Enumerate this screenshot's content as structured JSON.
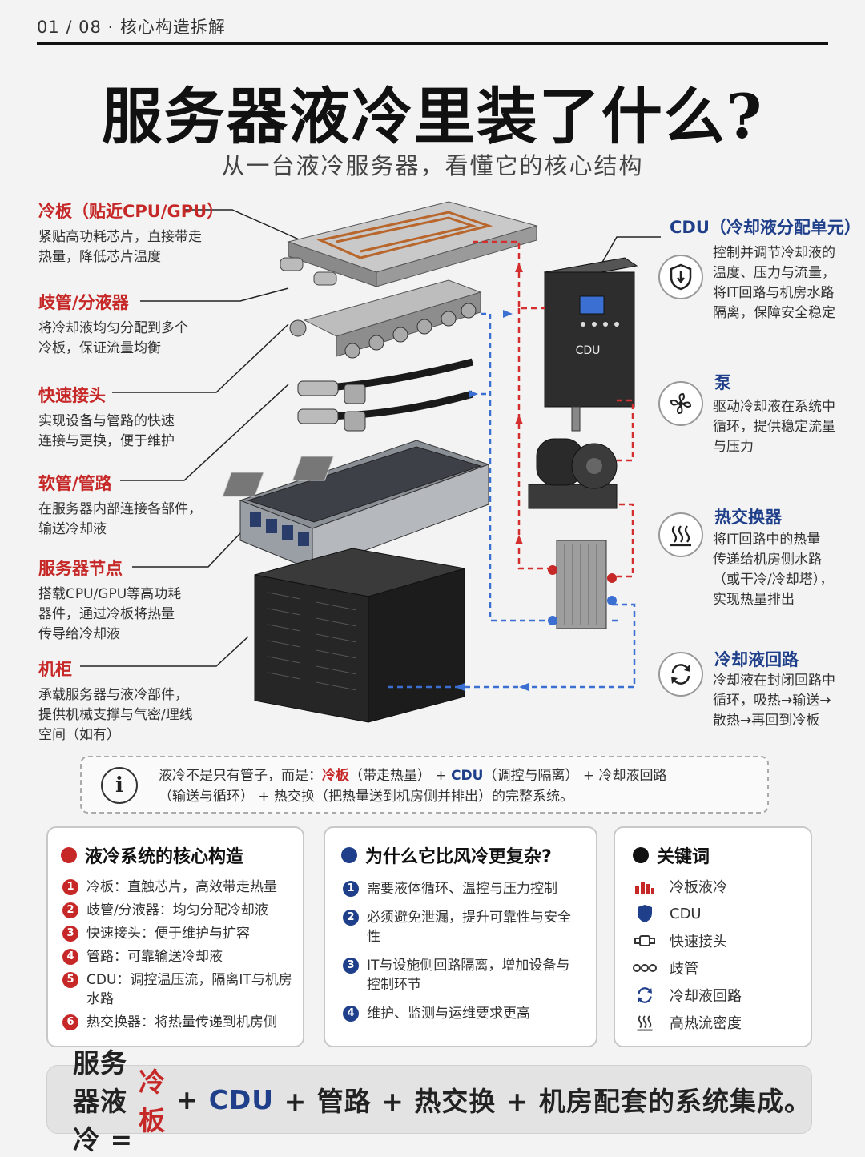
{
  "header": {
    "breadcrumb": "01 / 08 · 核心构造拆解",
    "title": "服务器液冷里装了什么?",
    "subtitle": "从一台液冷服务器，看懂它的核心结构"
  },
  "left_labels": [
    {
      "title": "冷板（贴近CPU/GPU）",
      "desc": [
        "紧贴高功耗芯片，直接带走",
        "热量，降低芯片温度"
      ]
    },
    {
      "title": "歧管/分液器",
      "desc": [
        "将冷却液均匀分配到多个",
        "冷板，保证流量均衡"
      ]
    },
    {
      "title": "快速接头",
      "desc": [
        "实现设备与管路的快速",
        "连接与更换，便于维护"
      ]
    },
    {
      "title": "软管/管路",
      "desc": [
        "在服务器内部连接各部件，",
        "输送冷却液"
      ]
    },
    {
      "title": "服务器节点",
      "desc": [
        "搭载CPU/GPU等高功耗",
        "器件，通过冷板将热量",
        "传导给冷却液"
      ]
    },
    {
      "title": "机柜",
      "desc": [
        "承载服务器与液冷部件，",
        "提供机械支撑与气密/理线",
        "空间（如有）"
      ]
    }
  ],
  "right_labels": [
    {
      "title": "CDU（冷却液分配单元）",
      "icon": "shield-icon",
      "desc": [
        "控制并调节冷却液的",
        "温度、压力与流量，",
        "将IT回路与机房水路",
        "隔离，保障安全稳定"
      ]
    },
    {
      "title": "泵",
      "icon": "fan-icon",
      "desc": [
        "驱动冷却液在系统中",
        "循环，提供稳定流量",
        "与压力"
      ]
    },
    {
      "title": "热交换器",
      "icon": "heat-icon",
      "desc": [
        "将IT回路中的热量",
        "传递给机房侧水路",
        "（或干冷/冷却塔），",
        "实现热量排出"
      ]
    },
    {
      "title": "冷却液回路",
      "icon": "loop-icon",
      "desc": [
        "冷却液在封闭回路中",
        "循环，吸热→输送→",
        "散热→再回到冷板"
      ]
    }
  ],
  "illustration": {
    "cdu_label": "CDU"
  },
  "info": {
    "p1": "液冷不是只有管子，而是：",
    "k1": "冷板",
    "p2": "（带走热量） + ",
    "k2": "CDU",
    "p3": "（调控与隔离） + 冷却液回路",
    "line2": "（输送与循环） + 热交换（把热量送到机房侧并排出）的完整系统。"
  },
  "cards": {
    "core": {
      "title": "液冷系统的核心构造",
      "color": "#c62828",
      "items": [
        "冷板：直触芯片，高效带走热量",
        "歧管/分液器：均匀分配冷却液",
        "快速接头：便于维护与扩容",
        "管路：可靠输送冷却液",
        "CDU：调控温压流，隔离IT与机房水路",
        "热交换器：将热量传递到机房侧"
      ]
    },
    "why": {
      "title": "为什么它比风冷更复杂?",
      "color": "#1f3f8a",
      "items": [
        "需要液体循环、温控与压力控制",
        "必须避免泄漏，提升可靠性与安全性",
        "IT与设施侧回路隔离，增加设备与控制环节",
        "维护、监测与运维要求更高"
      ]
    },
    "keywords": {
      "title": "关键词",
      "items": [
        {
          "icon": "bar-icon",
          "label": "冷板液冷"
        },
        {
          "icon": "shield-icon",
          "label": "CDU"
        },
        {
          "icon": "connector-icon",
          "label": "快速接头"
        },
        {
          "icon": "manifold-icon",
          "label": "歧管"
        },
        {
          "icon": "loop-icon",
          "label": "冷却液回路"
        },
        {
          "icon": "heat-icon",
          "label": "高热流密度"
        }
      ]
    }
  },
  "bottom": {
    "a": "服务器液冷 = ",
    "b": "冷板",
    "c": " + ",
    "d": "CDU",
    "e": " + 管路 + 热交换 + 机房配套的系统集成。"
  },
  "colors": {
    "red": "#c62828",
    "blue": "#1f3f8a"
  }
}
